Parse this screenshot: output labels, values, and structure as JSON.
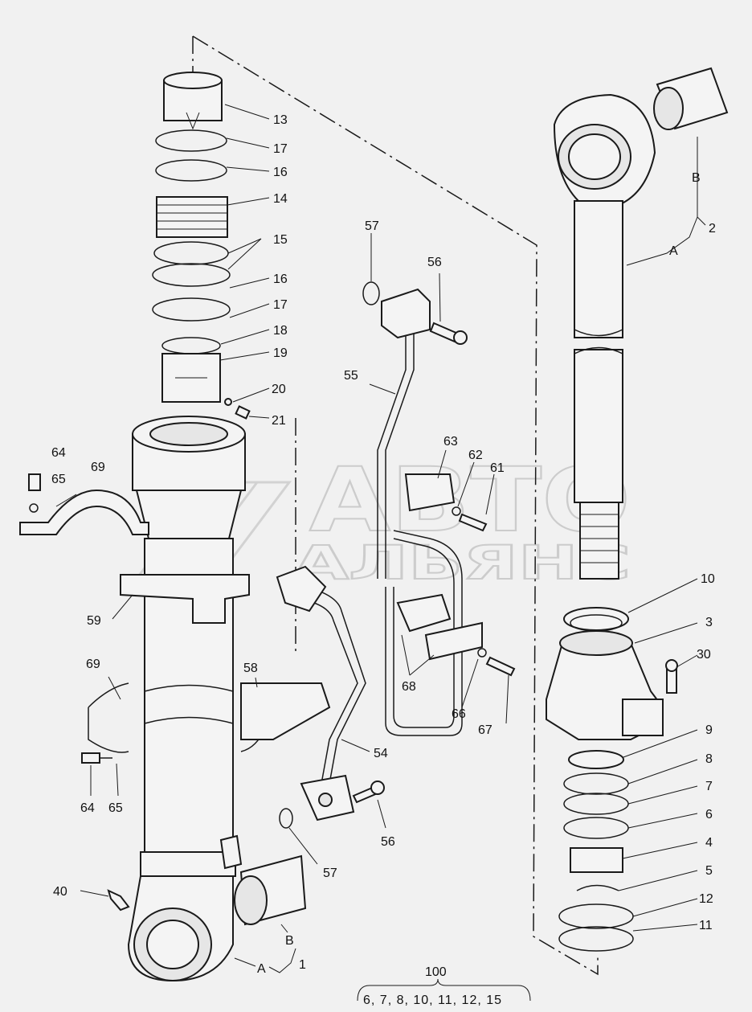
{
  "watermark": {
    "line1": "АВТО",
    "line2": "АЛЬЯНС"
  },
  "callouts": {
    "n13": "13",
    "n17a": "17",
    "n16a": "16",
    "n14": "14",
    "n15": "15",
    "n16b": "16",
    "n17b": "17",
    "n18": "18",
    "n19": "19",
    "n20": "20",
    "n21": "21",
    "n64a": "64",
    "n65a": "65",
    "n69a": "69",
    "n59": "59",
    "n69b": "69",
    "n58": "58",
    "n64b": "64",
    "n65b": "65",
    "n40": "40",
    "n57b": "57",
    "n56b": "56",
    "n54": "54",
    "n57a": "57",
    "n56a": "56",
    "n55": "55",
    "n63": "63",
    "n62": "62",
    "n61": "61",
    "n68": "68",
    "n66": "66",
    "n67": "67",
    "n2": "2",
    "nB2": "B",
    "nA2": "A",
    "n10": "10",
    "n3": "3",
    "n30": "30",
    "n9": "9",
    "n8": "8",
    "n7": "7",
    "n6": "6",
    "n4": "4",
    "n5": "5",
    "n12": "12",
    "n11": "11",
    "nB1": "B",
    "nA1": "A",
    "n1": "1"
  },
  "kit": {
    "number": "100",
    "contents": "6, 7, 8, 10, 11, 12, 15"
  }
}
